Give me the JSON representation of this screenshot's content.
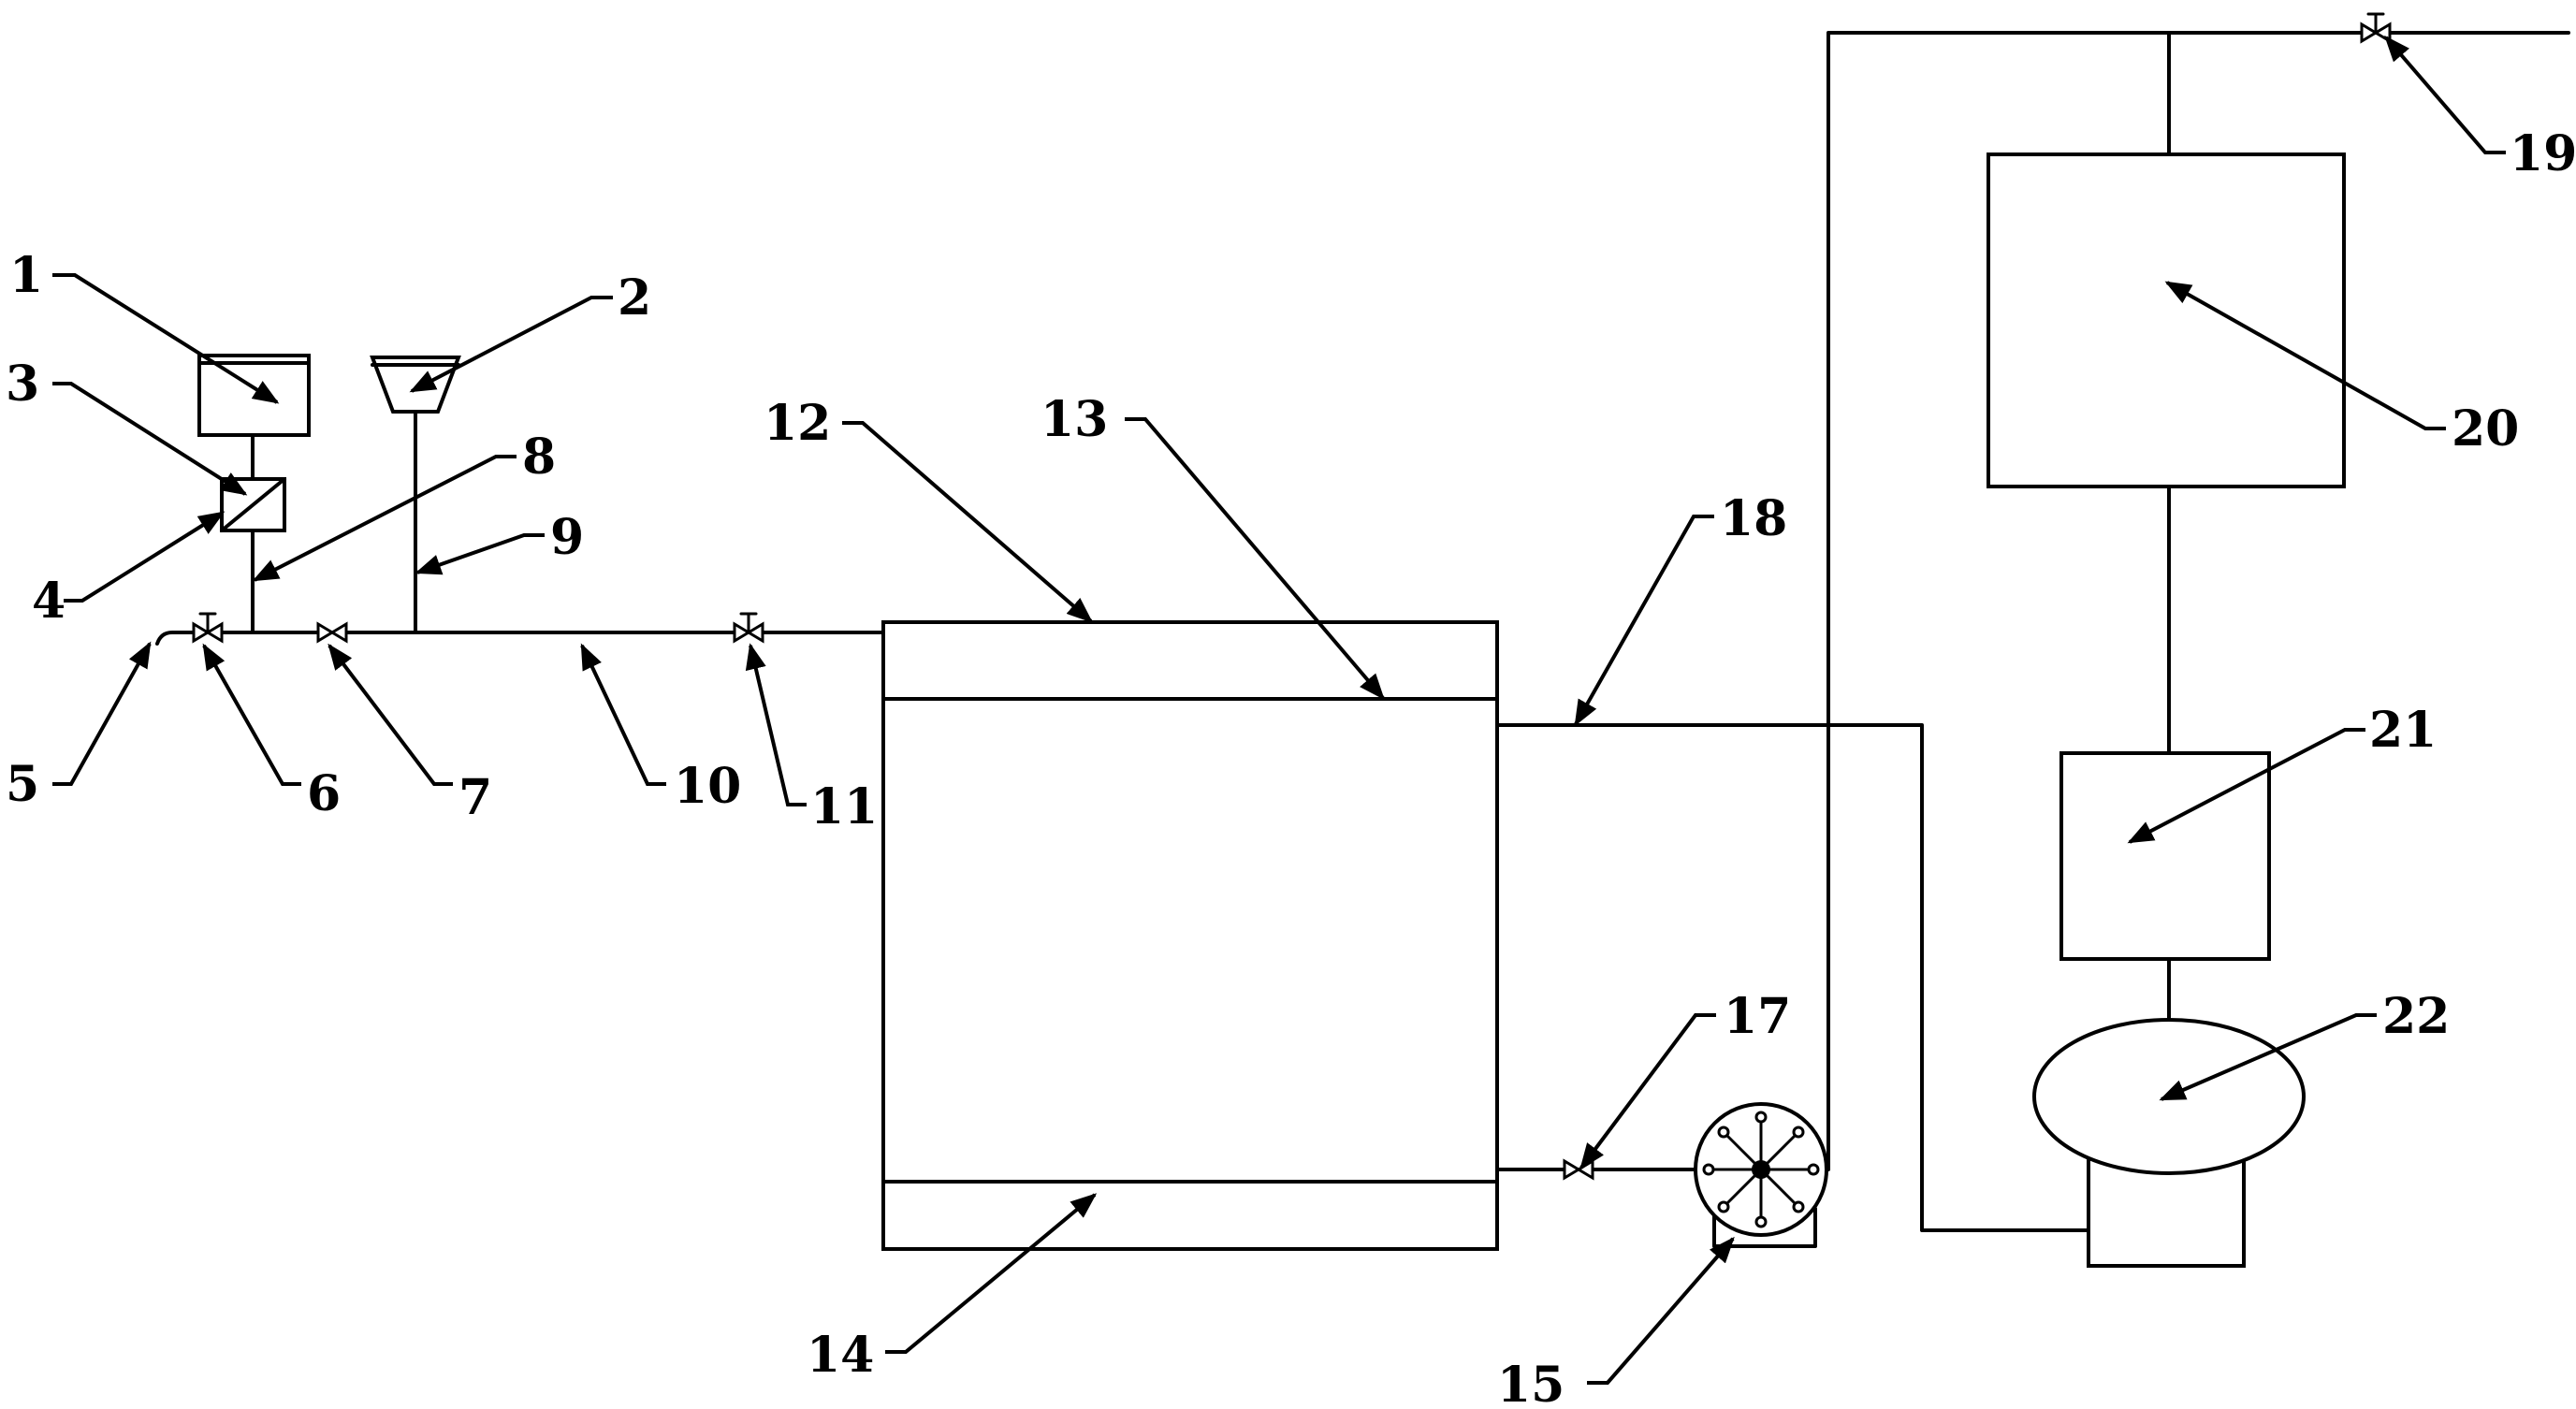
{
  "labels": [
    {
      "id": "1",
      "text": "1"
    },
    {
      "id": "2",
      "text": "2"
    },
    {
      "id": "3",
      "text": "3"
    },
    {
      "id": "4",
      "text": "4"
    },
    {
      "id": "5",
      "text": "5"
    },
    {
      "id": "6",
      "text": "6"
    },
    {
      "id": "7",
      "text": "7"
    },
    {
      "id": "8",
      "text": "8"
    },
    {
      "id": "9",
      "text": "9"
    },
    {
      "id": "10",
      "text": "10"
    },
    {
      "id": "11",
      "text": "11"
    },
    {
      "id": "12",
      "text": "12"
    },
    {
      "id": "13",
      "text": "13"
    },
    {
      "id": "14",
      "text": "14"
    },
    {
      "id": "15",
      "text": "15"
    },
    {
      "id": "17",
      "text": "17"
    },
    {
      "id": "18",
      "text": "18"
    },
    {
      "id": "19",
      "text": "19"
    },
    {
      "id": "20",
      "text": "20"
    },
    {
      "id": "21",
      "text": "21"
    },
    {
      "id": "22",
      "text": "22"
    }
  ],
  "colors": {
    "line": "#000000",
    "background": "#ffffff"
  }
}
